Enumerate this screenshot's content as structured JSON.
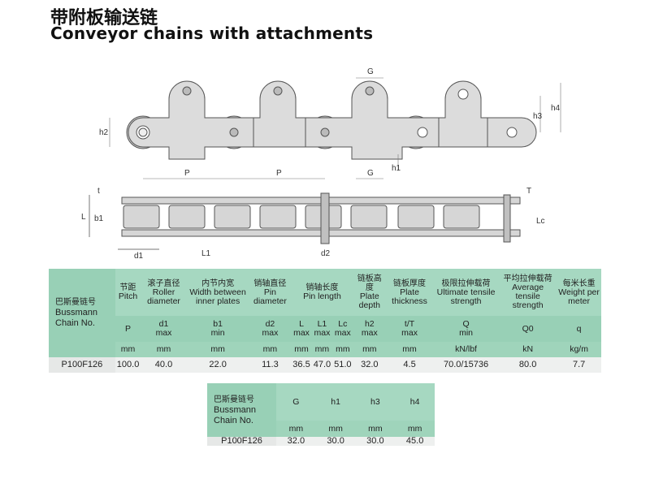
{
  "title_cn": "带附板输送链",
  "title_en": "Conveyor chains with attachments",
  "diagram": {
    "labels": {
      "G_top": "G",
      "G_bot": "G",
      "P1": "P",
      "P2": "P",
      "h1": "h1",
      "h2": "h2",
      "h3": "h3",
      "h4": "h4",
      "t": "t",
      "T": "T",
      "L": "L",
      "b1": "b1",
      "L1": "L1",
      "Lc": "Lc",
      "d1": "d1",
      "d2": "d2"
    }
  },
  "table1": {
    "chain_no_cn": "巴斯曼链号",
    "chain_no_en": "Bussmann Chain No.",
    "columns": [
      {
        "cn": "节距",
        "en": "Pitch",
        "sym": "P",
        "sub": "",
        "unit": "mm"
      },
      {
        "cn": "滚子直径",
        "en": "Roller diameter",
        "sym": "d1",
        "sub": "max",
        "unit": "mm"
      },
      {
        "cn": "内节内宽",
        "en": "Width between inner plates",
        "sym": "b1",
        "sub": "min",
        "unit": "mm"
      },
      {
        "cn": "销轴直径",
        "en": "Pin diameter",
        "sym": "d2",
        "sub": "max",
        "unit": "mm"
      },
      {
        "cn": "销轴长度",
        "en": "Pin length"
      },
      {
        "cn": "链板高度",
        "en": "Plate depth",
        "sym": "h2",
        "sub": "max",
        "unit": "mm"
      },
      {
        "cn": "链板厚度",
        "en": "Plate thickness",
        "sym": "t/T",
        "sub": "max",
        "unit": "mm"
      },
      {
        "cn": "极限拉伸载荷",
        "en": "Ultimate tensile strength",
        "sym": "Q",
        "sub": "min",
        "unit": "kN/lbf"
      },
      {
        "cn": "平均拉伸载荷",
        "en": "Average tensile strength",
        "sym": "Q0",
        "sub": "",
        "unit": "kN"
      },
      {
        "cn": "每米长重",
        "en": "Weight per meter",
        "sym": "q",
        "sub": "",
        "unit": "kg/m"
      }
    ],
    "pin_sub": [
      {
        "sym": "L",
        "sub": "max",
        "unit": "mm"
      },
      {
        "sym": "L1",
        "sub": "max",
        "unit": "mm"
      },
      {
        "sym": "Lc",
        "sub": "max",
        "unit": "mm"
      }
    ],
    "row": [
      "P100F126",
      "100.0",
      "40.0",
      "22.0",
      "11.3",
      "36.5",
      "47.0",
      "51.0",
      "32.0",
      "4.5",
      "70.0/15736",
      "80.0",
      "7.7"
    ]
  },
  "table2": {
    "chain_no_cn": "巴斯曼链号",
    "chain_no_en": "Bussmann Chain No.",
    "columns": [
      {
        "sym": "G",
        "unit": "mm"
      },
      {
        "sym": "h1",
        "unit": "mm"
      },
      {
        "sym": "h3",
        "unit": "mm"
      },
      {
        "sym": "h4",
        "unit": "mm"
      }
    ],
    "row": [
      "P100F126",
      "32.0",
      "30.0",
      "30.0",
      "45.0"
    ]
  }
}
